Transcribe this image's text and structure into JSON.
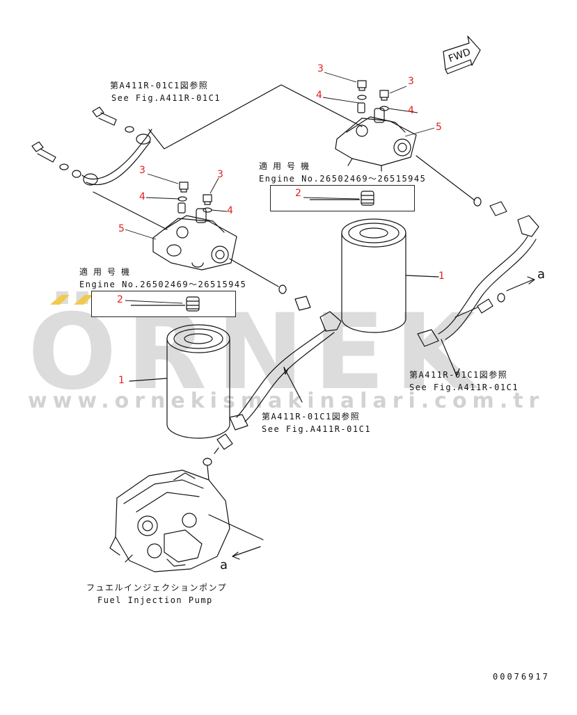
{
  "watermark": {
    "brand": "ÖRNEK",
    "url": "www.ornekismakinalari.com.tr"
  },
  "fwd_label": "FWD",
  "refs": {
    "top_left_jp": "第A411R-01C1図参照",
    "top_left_en": "See Fig.A411R-01C1",
    "middle_jp": "第A411R-01C1図参照",
    "middle_en": "See Fig.A411R-01C1",
    "right_jp": "第A411R-01C1図参照",
    "right_en": "See Fig.A411R-01C1"
  },
  "applicability": {
    "upper_jp": "適用号機",
    "upper_en": "Engine No.26502469～26515945",
    "lower_jp": "適用号機",
    "lower_en": "Engine No.26502469～26515945"
  },
  "pump": {
    "jp": "フュエルインジェクションポンプ",
    "en": "Fuel Injection Pump"
  },
  "connection_letter": "a",
  "part_numbers": {
    "p1": "1",
    "p2": "2",
    "p3": "3",
    "p4": "4",
    "p5": "5"
  },
  "drawing_number": "00076917",
  "colors": {
    "callout": "#e0201c",
    "line": "#111111",
    "watermark": "#dcdcdc",
    "watermark_accent": "#f2c94c"
  }
}
